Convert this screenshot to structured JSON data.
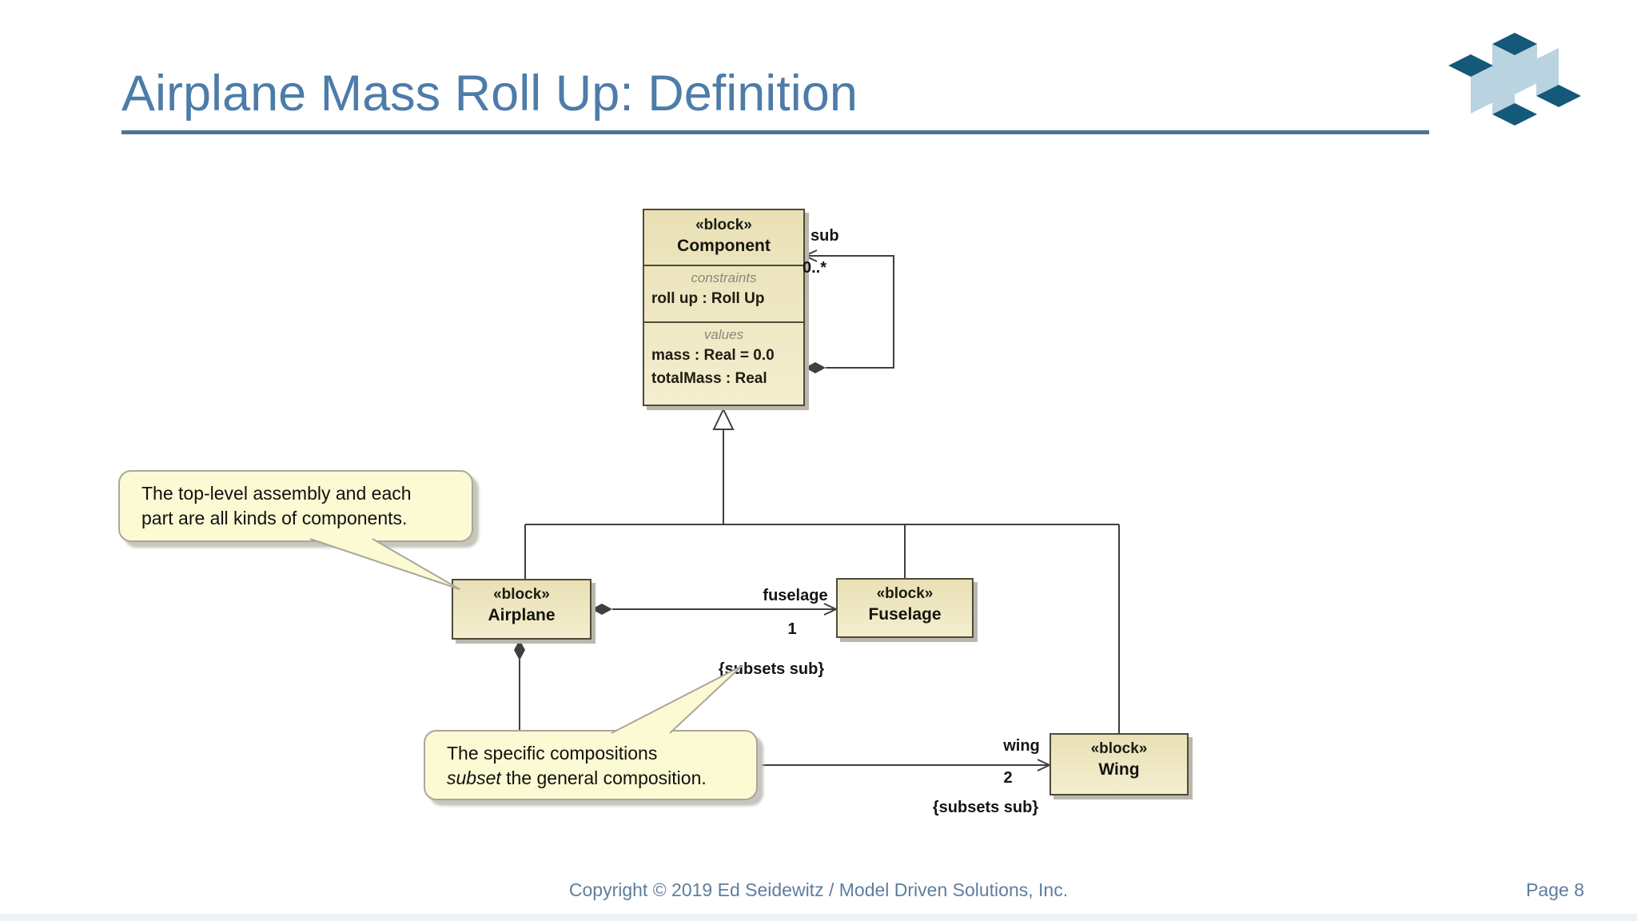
{
  "slide": {
    "title": "Airplane Mass Roll Up: Definition",
    "footer": {
      "copyright": "Copyright © 2019 Ed Seidewitz / Model Driven Solutions, Inc.",
      "page": "Page 8"
    }
  },
  "colors": {
    "title_blue": "#4d7ca9",
    "rule_blue": "#4e7296",
    "footer_blue": "#5e7e9e",
    "block_fill_top": "#e9e0b5",
    "block_fill_bottom": "#f4eecf",
    "block_border": "#4f4a38",
    "callout_fill": "#fbfad3",
    "callout_border": "#a9a79a",
    "connector": "#3f3f3f",
    "logo_dark": "#14587a",
    "logo_light": "#b9d3e0"
  },
  "diagram": {
    "blocks": {
      "component": {
        "stereotype": "«block»",
        "name": "Component",
        "constraints_label": "constraints",
        "constraint": "roll up : Roll Up",
        "values_label": "values",
        "values": [
          "mass : Real = 0.0",
          "totalMass : Real"
        ]
      },
      "airplane": {
        "stereotype": "«block»",
        "name": "Airplane"
      },
      "fuselage": {
        "stereotype": "«block»",
        "name": "Fuselage"
      },
      "wing": {
        "stereotype": "«block»",
        "name": "Wing"
      }
    },
    "labels": {
      "sub": "sub",
      "sub_mult": "0..*",
      "fuselage_role": "fuselage",
      "fuselage_mult": "1",
      "fuselage_constraint": "{subsets sub}",
      "wing_role": "wing",
      "wing_mult": "2",
      "wing_constraint": "{subsets sub}"
    },
    "callouts": {
      "c1_line1": "The top-level assembly and each",
      "c1_line2": "part are all kinds of components.",
      "c2_line1": "The specific compositions",
      "c2_line2_italic": "subset",
      "c2_line2_rest": " the general composition."
    }
  }
}
